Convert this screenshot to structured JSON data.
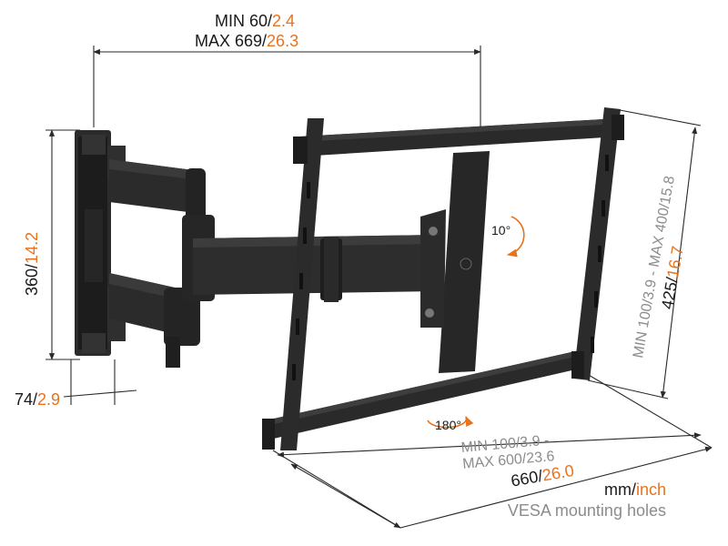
{
  "colors": {
    "ink": "#1a1a1a",
    "accent": "#e8731e",
    "muted": "#8c8c8c",
    "metal": "#2a2a2a"
  },
  "dimensions": {
    "top_min": {
      "prefix": "MIN 60/",
      "inch": "2.4"
    },
    "top_max": {
      "prefix": "MAX 669/",
      "inch": "26.3"
    },
    "height_wall": {
      "mm": "360",
      "inch": "14.2"
    },
    "depth_wall": {
      "mm": "74",
      "inch": "2.9"
    },
    "vesa_vertical": {
      "text1": "MIN 100/",
      "gray1": "3.9",
      "text2": " - MAX 400/",
      "gray2": "15.8"
    },
    "height_frame": {
      "mm": "425",
      "inch": "16.7"
    },
    "vesa_horizontal": {
      "line1a": "MIN 100/",
      "line1b": "3.9",
      "line1c": " -",
      "line2a": "MAX 600/",
      "line2b": "23.6"
    },
    "width_frame": {
      "mm": "660",
      "inch": "26.0"
    }
  },
  "rotation": {
    "tilt": "10°",
    "swivel": "180°"
  },
  "legend": {
    "unit_mm": "mm/",
    "unit_inch": "inch",
    "caption": "VESA mounting holes"
  }
}
